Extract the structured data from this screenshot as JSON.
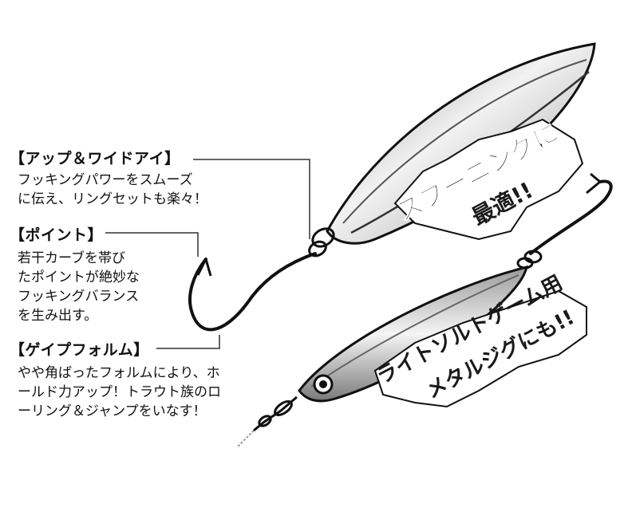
{
  "features": [
    {
      "heading": "アップ＆ワイドアイ",
      "lines": [
        "フッキングパワーをスムーズ",
        "に伝え、リングセットも楽々！"
      ]
    },
    {
      "heading": "ポイント",
      "lines": [
        "若干カーブを帯び",
        "たポイントが絶妙な",
        "フッキングバランス",
        "を生み出す。"
      ]
    },
    {
      "heading": "ゲイプフォルム",
      "lines": [
        "やや角ばったフォルムにより、ホ",
        "ールド力アップ！トラウト族のロ",
        "ーリング＆ジャンプをいなす！"
      ]
    }
  ],
  "callouts": {
    "spooning": [
      "スプーニングに",
      "最適!!"
    ],
    "light_salt": [
      "ライトソルトゲーム用",
      "メタルジグにも!!"
    ]
  },
  "colors": {
    "text": "#111111",
    "line": "#333333",
    "lure_light": "#f2f2f2",
    "lure_dark": "#8a8a8a",
    "banner": "#1a1a1a"
  }
}
